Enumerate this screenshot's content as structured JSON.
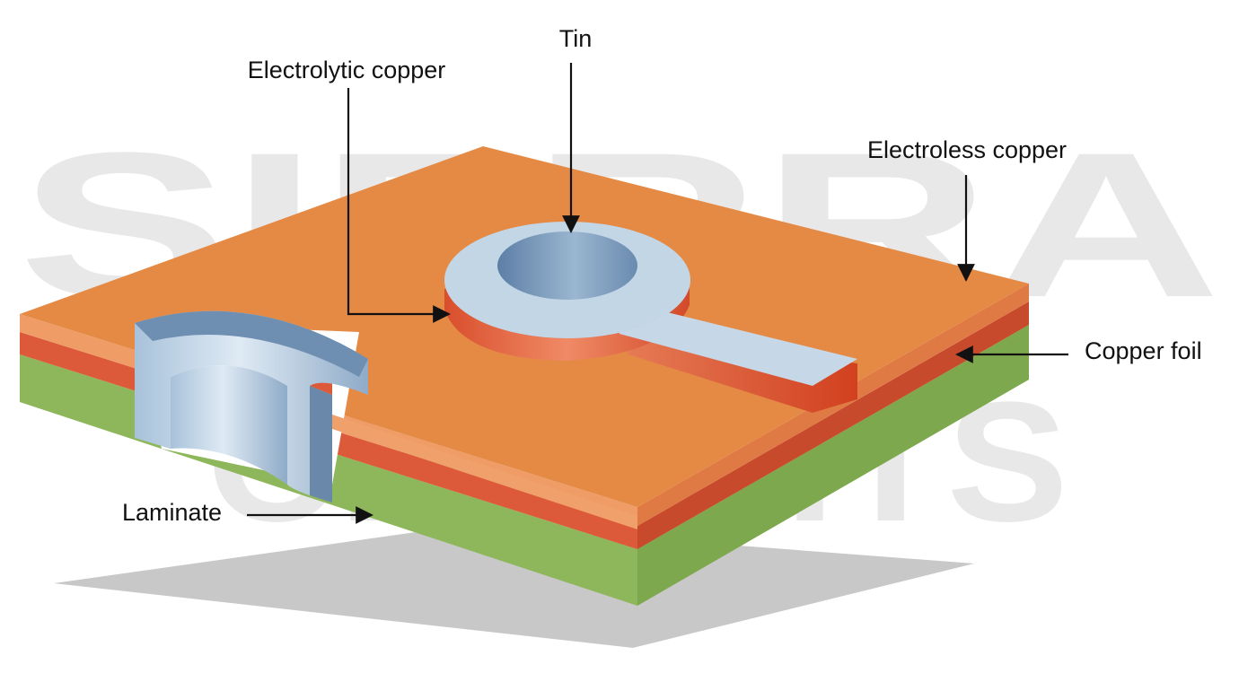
{
  "watermark": {
    "line1": "SIERRA",
    "line2": "CIRCUITS"
  },
  "labels": {
    "tin": "Tin",
    "electrolytic_copper": "Electrolytic copper",
    "electroless_copper": "Electroless copper",
    "copper_foil": "Copper foil",
    "laminate": "Laminate"
  },
  "colors": {
    "electroless_copper_top": "#e58a45",
    "copper_foil": "#dc5a3a",
    "laminate": "#8fb95c",
    "tin": "#c3d6e6",
    "via_wall": "#7b98b8",
    "shadow": "#c8c8c8"
  }
}
